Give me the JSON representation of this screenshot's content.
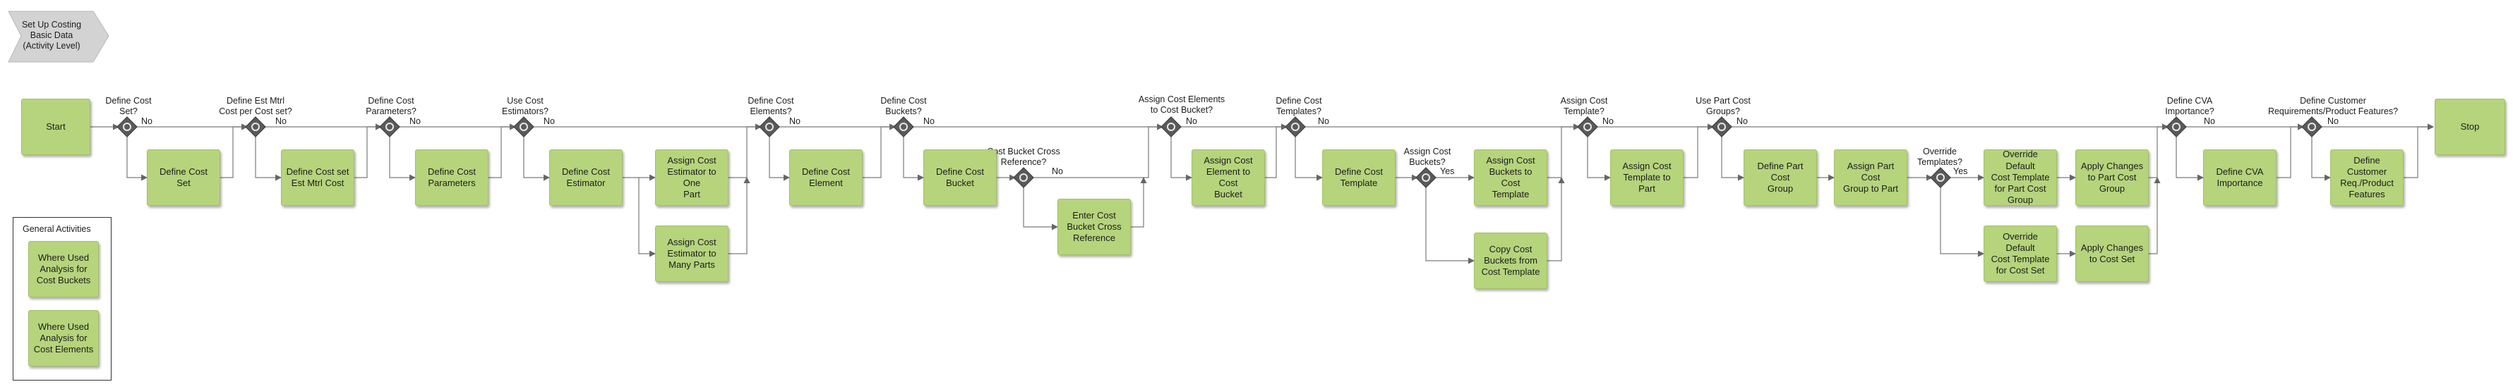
{
  "header": {
    "title": "Set Up Costing\nBasic Data\n(Activity Level)"
  },
  "general_activities": {
    "title": "General Activities",
    "items": [
      "Where Used\nAnalysis for\nCost Buckets",
      "Where Used\nAnalysis for\nCost Elements"
    ]
  },
  "events": {
    "start": "Start",
    "stop": "Stop"
  },
  "gateways": {
    "g1": "Define Cost\nSet?",
    "g2": "Define Est Mtrl\nCost per Cost set?",
    "g3": "Define Cost\nParameters?",
    "g4": "Use Cost\nEstimators?",
    "g5": "Define Cost\nElements?",
    "g6": "Define Cost\nBuckets?",
    "g6b": "Cost Bucket Cross\nReference?",
    "g7": "Assign Cost Elements\nto Cost Bucket?",
    "g8": "Define Cost\nTemplates?",
    "g8b": "Assign Cost\nBuckets?",
    "g9": "Assign Cost\nTemplate?",
    "g10": "Use Part Cost\nGroups?",
    "g10b": "Override\nTemplates?",
    "g11": "Define CVA\nImportance?",
    "g12": "Define Customer\nRequirements/Product Features?"
  },
  "flow_labels": {
    "no": "No",
    "yes": "Yes"
  },
  "tasks": {
    "define_cost_set": "Define Cost Set",
    "define_est_mtrl": "Define Cost set\nEst Mtrl Cost",
    "define_cost_params": "Define Cost\nParameters",
    "define_cost_estimator": "Define Cost\nEstimator",
    "assign_est_one": "Assign Cost\nEstimator to One\nPart",
    "assign_est_many": "Assign Cost\nEstimator to\nMany Parts",
    "define_cost_element": "Define Cost\nElement",
    "define_cost_bucket": "Define Cost\nBucket",
    "enter_cross_ref": "Enter Cost\nBucket Cross\nReference",
    "assign_elem_bucket": "Assign Cost\nElement to Cost\nBucket",
    "define_cost_template": "Define Cost\nTemplate",
    "assign_buckets_template": "Assign Cost\nBuckets to Cost\nTemplate",
    "copy_buckets": "Copy Cost\nBuckets from\nCost Template",
    "assign_template_part": "Assign Cost\nTemplate to Part",
    "define_part_cost_group": "Define Part Cost\nGroup",
    "assign_part_cost_group": "Assign Part Cost\nGroup to Part",
    "override_part_group": "Override Default\nCost Template\nfor Part Cost\nGroup",
    "apply_part_group": "Apply Changes\nto Part Cost\nGroup",
    "override_cost_set": "Override Default\nCost Template\nfor Cost Set",
    "apply_cost_set": "Apply Changes\nto Cost Set",
    "define_cva": "Define CVA\nImportance",
    "define_customer_req": "Define\nCustomer\nReq./Product\nFeatures"
  }
}
